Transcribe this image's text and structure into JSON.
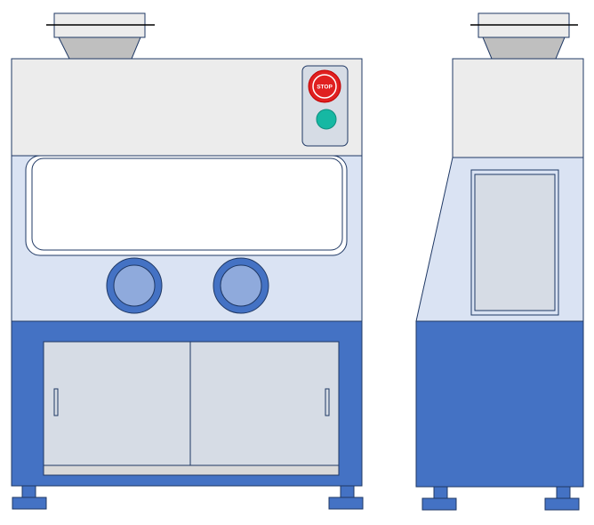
{
  "diagram": {
    "views": [
      {
        "view": "front",
        "parts": [
          "exhaust-hood",
          "top-panel",
          "control-box",
          "stop-button",
          "start-button",
          "viewing-window",
          "glove-port-left",
          "glove-port-right",
          "cabinet",
          "sliding-door-left",
          "sliding-door-right",
          "feet"
        ]
      },
      {
        "view": "side",
        "parts": [
          "exhaust-hood",
          "top-panel",
          "side-window",
          "cabinet",
          "feet"
        ]
      }
    ]
  },
  "controls": {
    "stop_label": "STOP"
  },
  "colors": {
    "outline": "#1f3864",
    "panel_light": "#ececec",
    "panel_body": "#dae3f3",
    "cabinet_blue": "#4472c4",
    "door_gray": "#d6dce5",
    "glove_port_fill": "#8faadc",
    "stop_red": "#e02020",
    "start_teal": "#16b8a3",
    "hood_gray": "#bfbfbf"
  }
}
